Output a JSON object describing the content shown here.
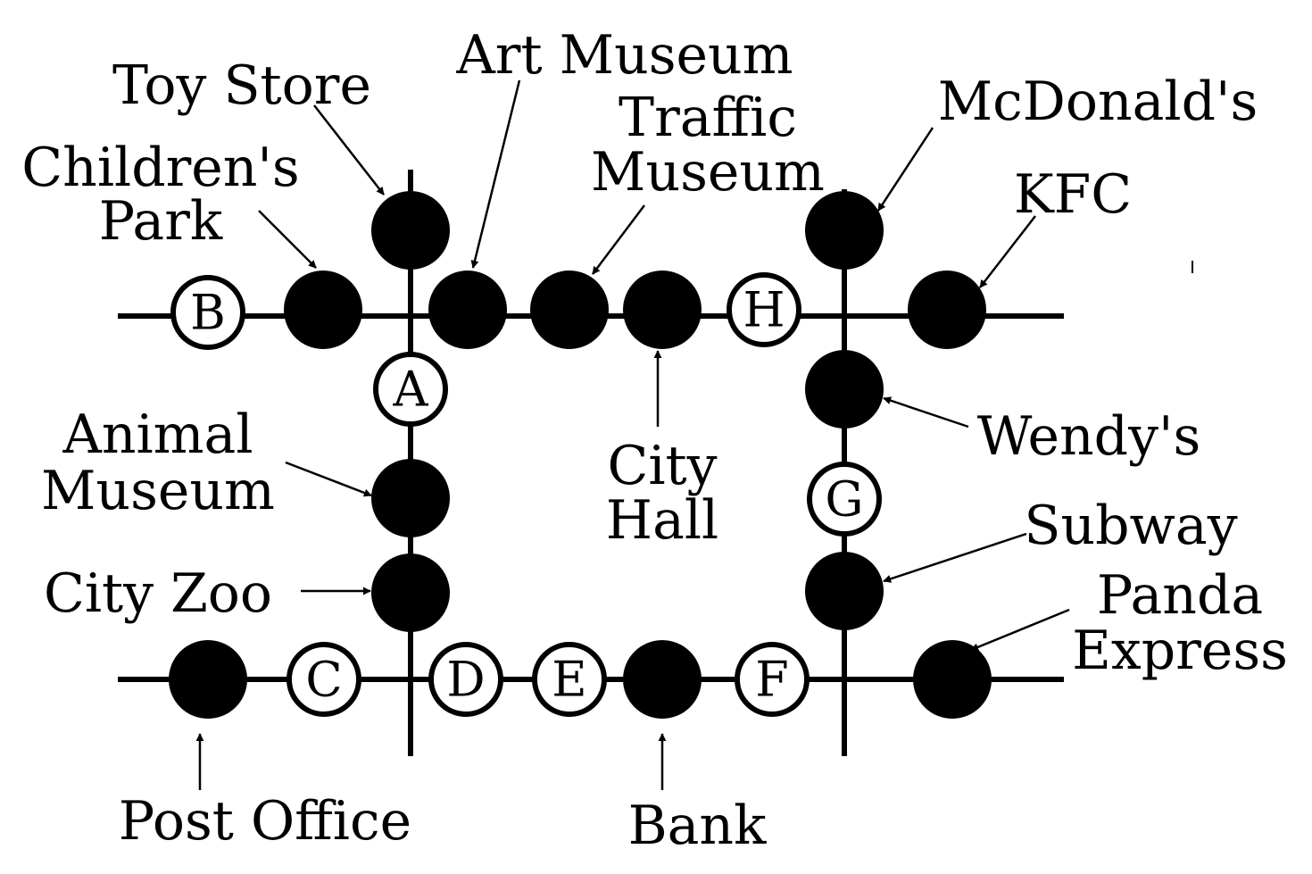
{
  "colors": {
    "ink": "#000000",
    "paper": "#ffffff"
  },
  "stops": {
    "a": "A",
    "b": "B",
    "c": "C",
    "d": "D",
    "e": "E",
    "f": "F",
    "g": "G",
    "h": "H"
  },
  "places": {
    "toy_store": "Toy Store",
    "art_museum": "Art Museum",
    "traffic_museum": [
      "Traffic",
      "Museum"
    ],
    "mcdonalds": "McDonald's",
    "childrens_park": [
      "Children's",
      "Park"
    ],
    "kfc": "KFC",
    "animal_museum": [
      "Animal",
      "Museum"
    ],
    "city_hall": [
      "City",
      "Hall"
    ],
    "wendys": "Wendy's",
    "subway": "Subway",
    "city_zoo": "City Zoo",
    "panda_express": [
      "Panda",
      "Express"
    ],
    "post_office": "Post Office",
    "bank": "Bank"
  }
}
